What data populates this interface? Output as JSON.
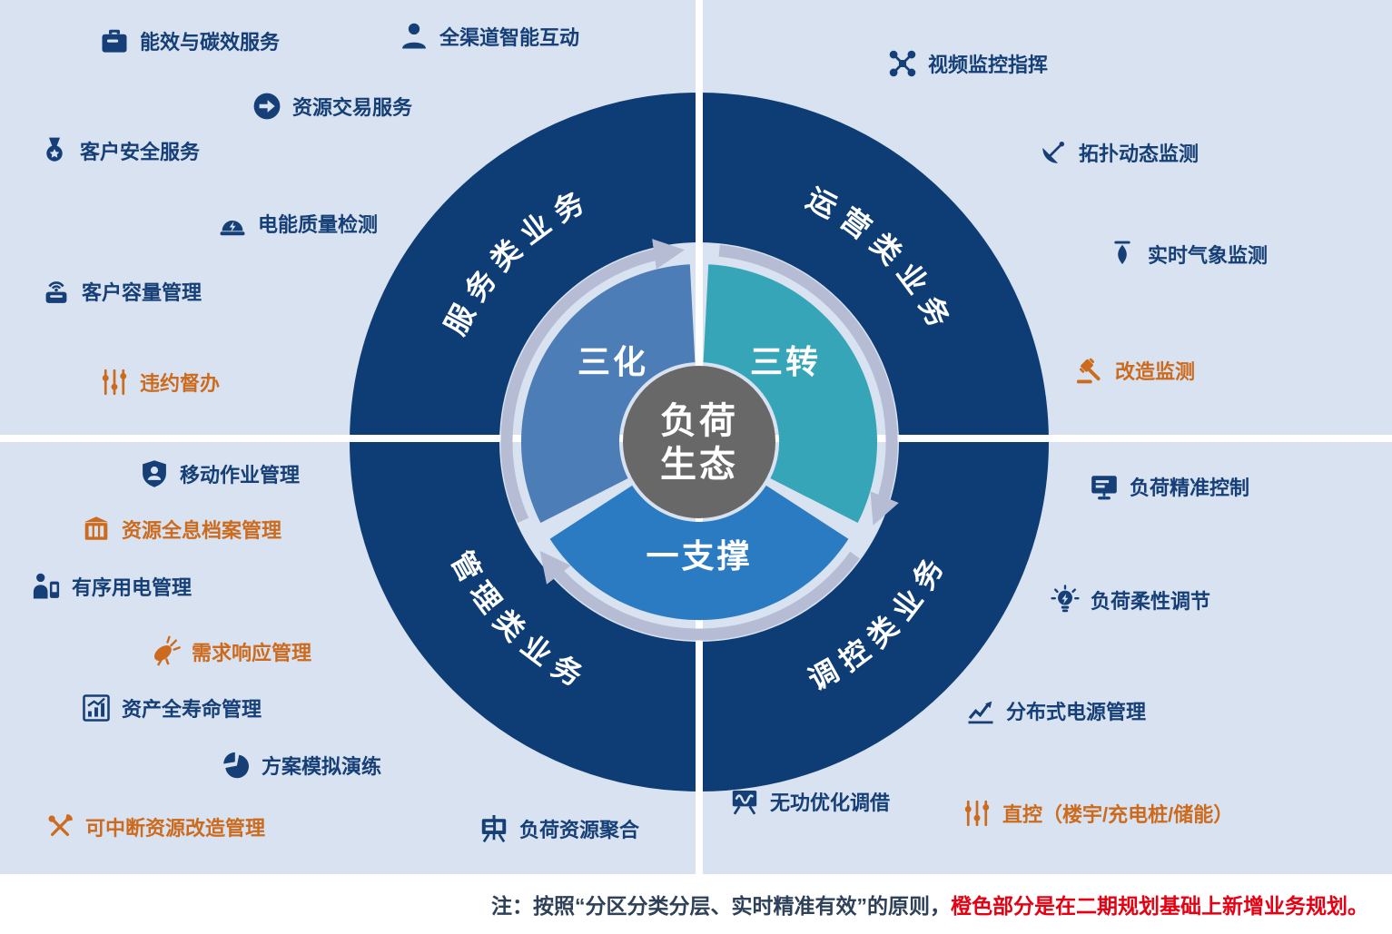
{
  "ring": {
    "top_left": "服务类业务",
    "top_right": "运营类业务",
    "bottom_left": "管理类业务",
    "bottom_right": "调控类业务"
  },
  "cycle": {
    "center": {
      "line1": "负荷",
      "line2": "生态"
    },
    "segments": [
      {
        "label": "三化",
        "color": "#4c7db6"
      },
      {
        "label": "三转",
        "color": "#36a5b8"
      },
      {
        "label": "一支撑",
        "color": "#2a7bc2"
      }
    ]
  },
  "quadrants": {
    "top_left": {
      "items": [
        {
          "label": "能效与碳效服务",
          "icon": "briefcase-icon",
          "accent": "navy"
        },
        {
          "label": "全渠道智能互动",
          "icon": "person-icon",
          "accent": "navy"
        },
        {
          "label": "资源交易服务",
          "icon": "arrow-circle-icon",
          "accent": "navy"
        },
        {
          "label": "客户安全服务",
          "icon": "medal-icon",
          "accent": "navy"
        },
        {
          "label": "电能质量检测",
          "icon": "alarm-bolt-icon",
          "accent": "navy"
        },
        {
          "label": "客户容量管理",
          "icon": "device-signal-icon",
          "accent": "navy"
        },
        {
          "label": "违约督办",
          "icon": "sliders-icon",
          "accent": "orange"
        }
      ]
    },
    "top_right": {
      "items": [
        {
          "label": "视频监控指挥",
          "icon": "drone-icon",
          "accent": "navy"
        },
        {
          "label": "拓扑动态监测",
          "icon": "radar-icon",
          "accent": "navy"
        },
        {
          "label": "实时气象监测",
          "icon": "windsock-icon",
          "accent": "navy"
        },
        {
          "label": "改造监测",
          "icon": "gavel-icon",
          "accent": "orange"
        }
      ]
    },
    "bottom_left": {
      "items": [
        {
          "label": "移动作业管理",
          "icon": "shield-person-icon",
          "accent": "navy"
        },
        {
          "label": "资源全息档案管理",
          "icon": "archive-icon",
          "accent": "orange"
        },
        {
          "label": "有序用电管理",
          "icon": "person-phone-icon",
          "accent": "navy"
        },
        {
          "label": "需求响应管理",
          "icon": "satellite-icon",
          "accent": "orange"
        },
        {
          "label": "资产全寿命管理",
          "icon": "bar-chart-icon",
          "accent": "navy"
        },
        {
          "label": "方案模拟演练",
          "icon": "pie-chart-icon",
          "accent": "navy"
        },
        {
          "label": "可中断资源改造管理",
          "icon": "tools-icon",
          "accent": "orange"
        },
        {
          "label": "负荷资源聚合",
          "icon": "presentation-board-icon",
          "accent": "navy"
        }
      ]
    },
    "bottom_right": {
      "items": [
        {
          "label": "负荷精准控制",
          "icon": "monitor-icon",
          "accent": "navy"
        },
        {
          "label": "负荷柔性调节",
          "icon": "bulb-bolt-icon",
          "accent": "navy"
        },
        {
          "label": "分布式电源管理",
          "icon": "trend-arrow-icon",
          "accent": "navy"
        },
        {
          "label": "无功优化调借",
          "icon": "wave-board-icon",
          "accent": "navy"
        },
        {
          "label": "直控（楼宇/充电桩/储能）",
          "icon": "sliders-icon",
          "accent": "orange"
        }
      ]
    }
  },
  "note": {
    "prefix": "注：按照“分区分类分层、实时精准有效”的原则，",
    "highlight": "橙色部分是在二期规划基础上新增业务规划。"
  },
  "colors": {
    "background": "#d8e2f0",
    "ring_navy": "#0e3c74",
    "item_navy": "#153f76",
    "accent_orange": "#cc6b1d",
    "note_red": "#e60012",
    "cycle_track": "#b5bcd4",
    "center_gray": "#686868"
  }
}
